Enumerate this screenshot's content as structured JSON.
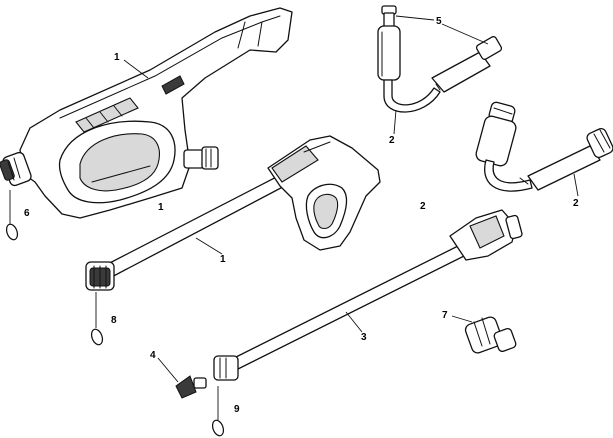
{
  "callouts": [
    {
      "id": "c1a",
      "text": "1"
    },
    {
      "id": "c1b",
      "text": "1"
    },
    {
      "id": "c1c",
      "text": "1"
    },
    {
      "id": "c2a",
      "text": "2"
    },
    {
      "id": "c2b",
      "text": "2"
    },
    {
      "id": "c2c",
      "text": "2"
    },
    {
      "id": "c3",
      "text": "3"
    },
    {
      "id": "c4",
      "text": "4"
    },
    {
      "id": "c5",
      "text": "5"
    },
    {
      "id": "c6",
      "text": "6"
    },
    {
      "id": "c7",
      "text": "7"
    },
    {
      "id": "c8",
      "text": "8"
    },
    {
      "id": "c9",
      "text": "9"
    }
  ]
}
